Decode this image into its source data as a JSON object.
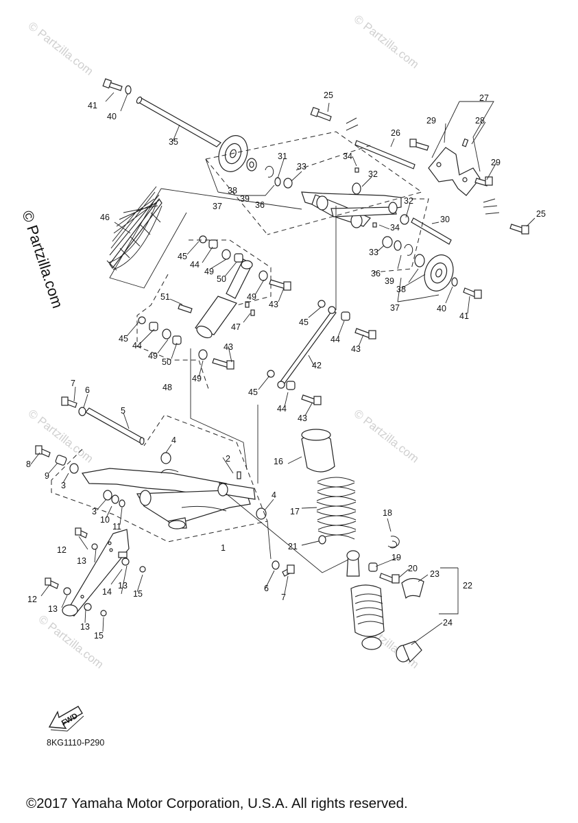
{
  "diagram": {
    "drawing_code": "8KG1110-P290",
    "copyright": "©2017 Yamaha Motor Corporation, U.S.A. All rights reserved.",
    "fwd_label": "FWD",
    "watermarks": {
      "site": "© Partzilla.com",
      "vertical": "© Partzilla.com"
    },
    "callouts": {
      "c1": "1",
      "c2": "2",
      "c3a": "3",
      "c3b": "3",
      "c4a": "4",
      "c4b": "4",
      "c5": "5",
      "c6a": "6",
      "c6b": "6",
      "c7a": "7",
      "c7b": "7",
      "c8": "8",
      "c9": "9",
      "c10": "10",
      "c11": "11",
      "c12a": "12",
      "c12b": "12",
      "c13a": "13",
      "c13b": "13",
      "c13c": "13",
      "c13d": "13",
      "c14": "14",
      "c15a": "15",
      "c15b": "15",
      "c16": "16",
      "c17": "17",
      "c18": "18",
      "c19": "19",
      "c20": "20",
      "c21": "21",
      "c22": "22",
      "c23": "23",
      "c24": "24",
      "c25a": "25",
      "c25b": "25",
      "c26": "26",
      "c27": "27",
      "c28": "28",
      "c29a": "29",
      "c29b": "29",
      "c30": "30",
      "c31": "31",
      "c32a": "32",
      "c32b": "32",
      "c33a": "33",
      "c33b": "33",
      "c34a": "34",
      "c34b": "34",
      "c35": "35",
      "c36a": "36",
      "c36b": "36",
      "c37a": "37",
      "c37b": "37",
      "c38a": "38",
      "c38b": "38",
      "c39a": "39",
      "c39b": "39",
      "c40a": "40",
      "c40b": "40",
      "c41a": "41",
      "c41b": "41",
      "c42": "42",
      "c43a": "43",
      "c43b": "43",
      "c43c": "43",
      "c43d": "43",
      "c44a": "44",
      "c44b": "44",
      "c44c": "44",
      "c44d": "44",
      "c45a": "45",
      "c45b": "45",
      "c45c": "45",
      "c45d": "45",
      "c46": "46",
      "c47": "47",
      "c48": "48",
      "c49a": "49",
      "c49b": "49",
      "c49c": "49",
      "c49d": "49",
      "c50a": "50",
      "c50b": "50",
      "c51": "51"
    }
  }
}
